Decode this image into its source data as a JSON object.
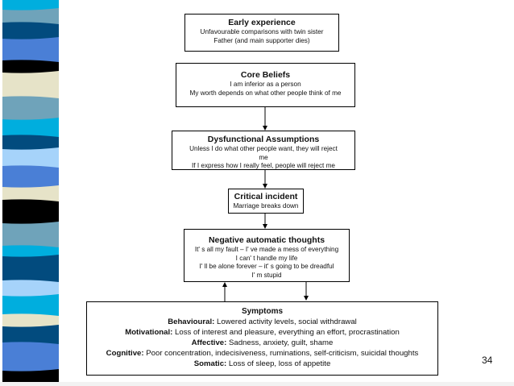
{
  "colors": {
    "cyan": "#00aede",
    "grayblue": "#6fa3ba",
    "navy": "#024b7e",
    "blue": "#4a7fd6",
    "black": "#000000",
    "cream": "#e6e3c8",
    "lightblue": "#a6d3fa"
  },
  "stripes": [
    "cyan",
    "grayblue",
    "navy",
    "blue",
    "black",
    "cream",
    "grayblue",
    "cyan",
    "navy",
    "lightblue",
    "blue",
    "cream",
    "black",
    "grayblue",
    "cyan",
    "navy",
    "lightblue",
    "cyan",
    "cream",
    "navy",
    "blue",
    "black"
  ],
  "boxes": {
    "early": {
      "title": "Early experience",
      "lines": [
        "Unfavourable comparisons with  twin sister",
        "Father (and main supporter dies)"
      ]
    },
    "core": {
      "title": "Core Beliefs",
      "lines": [
        "I am inferior as a person",
        "My worth depends on what other people think of me"
      ]
    },
    "assumptions": {
      "title": "Dysfunctional Assumptions",
      "lines": [
        "Unless I do what other people want, they will reject me",
        "If I express how I really feel, people will reject me"
      ]
    },
    "incident": {
      "title": "Critical incident",
      "lines": [
        "Marriage breaks down"
      ]
    },
    "nat": {
      "title": "Negative automatic thoughts",
      "lines": [
        "It' s all my fault – I' ve made a mess of everything",
        "I can' t handle my life",
        "I' ll be alone forever – it' s going to be dreadful",
        "I' m stupid"
      ]
    },
    "symptoms": {
      "title": "Symptoms",
      "rows": [
        {
          "label": "Behavioural:",
          "text": " Lowered activity levels, social withdrawal"
        },
        {
          "label": "Motivational:",
          "text": " Loss of interest and pleasure, everything an effort, procrastination"
        },
        {
          "label": "Affective:",
          "text": " Sadness, anxiety, guilt, shame"
        },
        {
          "label": "Cognitive:",
          "text": " Poor concentration, indecisiveness, ruminations, self-criticism, suicidal thoughts"
        },
        {
          "label": "Somatic:",
          "text": " Loss of sleep, loss of appetite"
        }
      ]
    }
  },
  "page_number": "34"
}
